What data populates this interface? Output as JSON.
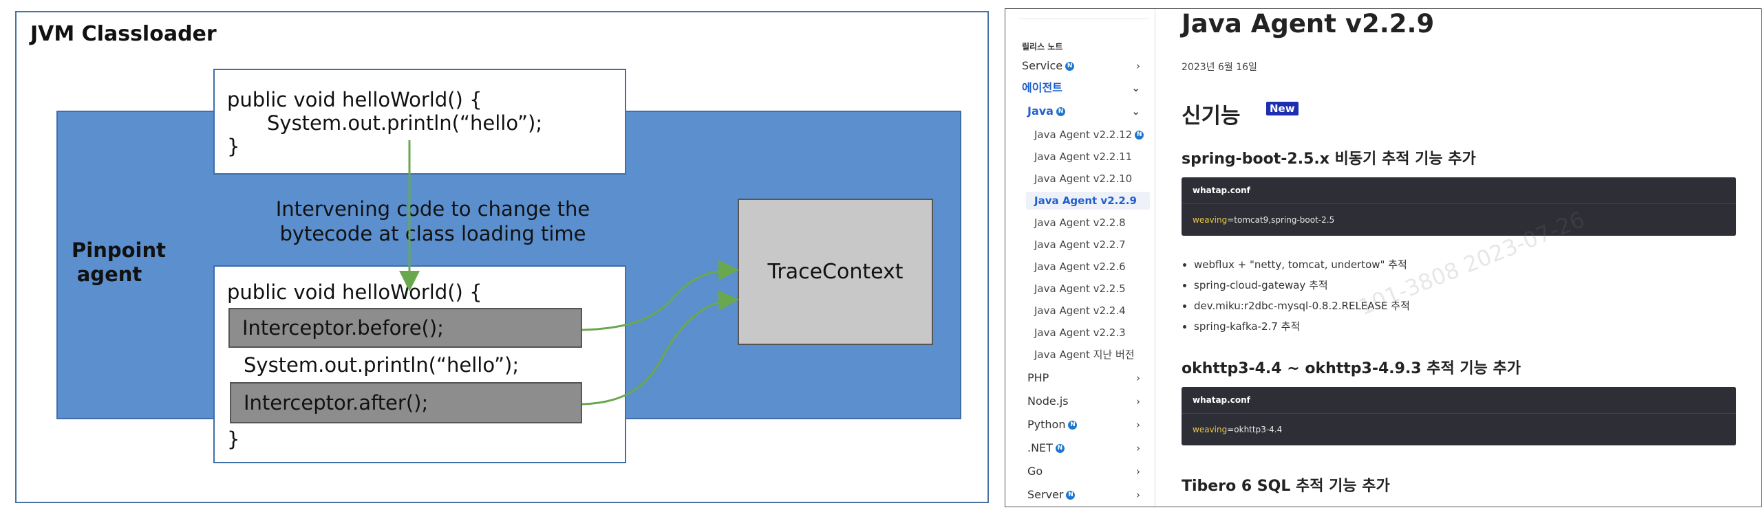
{
  "diagram": {
    "title": "JVM Classloader",
    "agent_label": "Pinpoint agent",
    "code_before": {
      "line1": "public void helloWorld() {",
      "line2": "System.out.println(“hello”);",
      "line3": "}"
    },
    "note": "Intervening code to change the bytecode at class loading time",
    "code_after": {
      "line1": "public void helloWorld() {",
      "before_call": "Interceptor.before();",
      "println": "System.out.println(“hello”);",
      "after_call": "Interceptor.after();",
      "close": "}"
    },
    "trace_context": "TraceContext",
    "colors": {
      "agent_band": "#5b8fcd",
      "arrow": "#6aa84f",
      "interceptor_box": "#8d8d8d",
      "trace_box": "#c8c8c8"
    }
  },
  "docs": {
    "sidebar": {
      "section_label": "릴리스 노트",
      "items": [
        {
          "label": "Service",
          "badge": "N",
          "chevron": "›"
        },
        {
          "label": "에이전트",
          "chevron": "⌄"
        },
        {
          "label": "Java",
          "badge": "N",
          "chevron": "⌄"
        }
      ],
      "java_versions": [
        {
          "label": "Java Agent v2.2.12",
          "badge": "N"
        },
        {
          "label": "Java Agent v2.2.11"
        },
        {
          "label": "Java Agent v2.2.10"
        },
        {
          "label": "Java Agent v2.2.9",
          "active": true
        },
        {
          "label": "Java Agent v2.2.8"
        },
        {
          "label": "Java Agent v2.2.7"
        },
        {
          "label": "Java Agent v2.2.6"
        },
        {
          "label": "Java Agent v2.2.5"
        },
        {
          "label": "Java Agent v2.2.4"
        },
        {
          "label": "Java Agent v2.2.3"
        },
        {
          "label": "Java Agent 지난 버전"
        }
      ],
      "languages": [
        {
          "label": "PHP",
          "chevron": "›"
        },
        {
          "label": "Node.js",
          "chevron": "›"
        },
        {
          "label": "Python",
          "badge": "N",
          "chevron": "›"
        },
        {
          "label": ".NET",
          "badge": "N",
          "chevron": "›"
        },
        {
          "label": "Go",
          "chevron": "›"
        },
        {
          "label": "Server",
          "badge": "N",
          "chevron": "›"
        }
      ]
    },
    "content": {
      "title": "Java Agent v2.2.9",
      "date": "2023년 6월 16일",
      "new_features_heading": "신기능",
      "new_badge": "New",
      "section1_title": "spring-boot-2.5.x 비동기 추적 기능 추가",
      "code1": {
        "header": "whatap.conf",
        "key": "weaving",
        "value": "=tomcat9,spring-boot-2.5"
      },
      "bullets": [
        "webflux + \"netty, tomcat, undertow\" 추적",
        "spring-cloud-gateway 추적",
        "dev.miku:r2dbc-mysql-0.8.2.RELEASE 추적",
        "spring-kafka-2.7 추적"
      ],
      "section2_title": "okhttp3-4.4 ~ okhttp3-4.9.3 추적 기능 추가",
      "code2": {
        "header": "whatap.conf",
        "key": "weaving",
        "value": "=okhttp3-4.4"
      },
      "section3_title": "Tibero 6 SQL 추적 기능 추가",
      "watermark": "101-3808  2023-07-26"
    }
  }
}
